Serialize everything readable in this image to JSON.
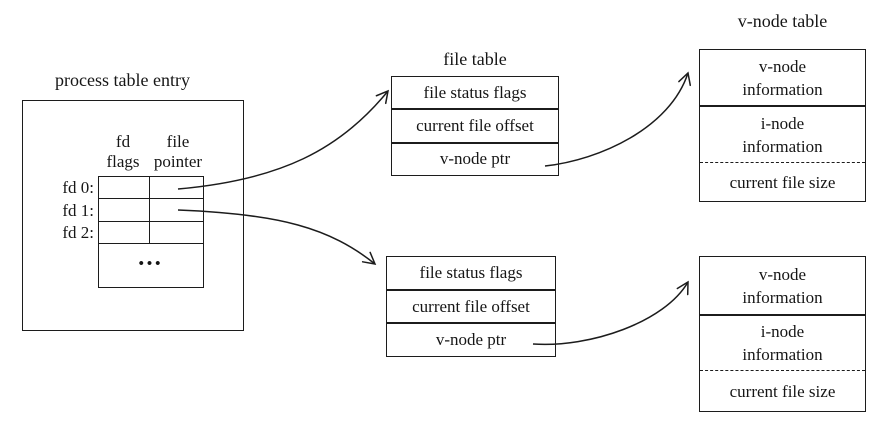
{
  "colors": {
    "ink": "#1c1c1c",
    "background": "#ffffff"
  },
  "process_table": {
    "title": "process table entry",
    "column_headers": [
      [
        "fd",
        "flags"
      ],
      [
        "file",
        "pointer"
      ]
    ],
    "row_labels": [
      "fd 0:",
      "fd 1:",
      "fd 2:"
    ],
    "ellipsis": "•••"
  },
  "file_table_top": {
    "title": "file table",
    "rows": [
      "file status flags",
      "current file offset",
      "v-node ptr"
    ]
  },
  "file_table_bottom": {
    "rows": [
      "file status flags",
      "current file offset",
      "v-node ptr"
    ]
  },
  "vnode_table_top": {
    "title": "v-node table",
    "cells": [
      [
        "v-node",
        "information"
      ],
      [
        "i-node",
        "information"
      ],
      [
        "current file size"
      ]
    ]
  },
  "vnode_table_bottom": {
    "cells": [
      [
        "v-node",
        "information"
      ],
      [
        "i-node",
        "information"
      ],
      [
        "current file size"
      ]
    ]
  },
  "arrows": [
    {
      "from": "fd 0 file pointer",
      "to": "file table (top)"
    },
    {
      "from": "fd 1 file pointer",
      "to": "file table (bottom)"
    },
    {
      "from": "v-node ptr (top file table)",
      "to": "v-node table (top)"
    },
    {
      "from": "v-node ptr (bottom file table)",
      "to": "v-node table (bottom)"
    }
  ]
}
